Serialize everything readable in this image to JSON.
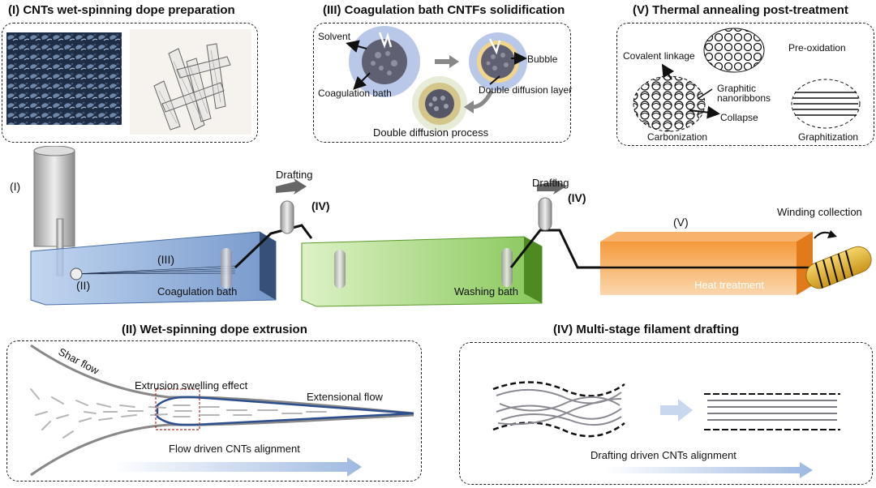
{
  "panels": {
    "p1": {
      "title": "(I) CNTs wet-spinning dope preparation"
    },
    "p3": {
      "title": "(III) Coagulation bath CNTFs solidification",
      "solvent": "Solvent",
      "coag_bath": "Coagulation bath",
      "bubble": "Bubble",
      "double_layer": "Double diffusion layer",
      "process": "Double diffusion process"
    },
    "p5": {
      "title": "(V) Thermal annealing post-treatment",
      "covalent": "Covalent linkage",
      "preox": "Pre-oxidation",
      "graphitic": "Graphitic",
      "nanoribbons": "nanoribbons",
      "collapse": "Collapse",
      "carbonization": "Carbonization",
      "graphitization": "Graphitization"
    },
    "p2": {
      "title": "(II) Wet-spinning dope extrusion",
      "shear": "Shar flow",
      "swelling": "Extrusion swelling effect",
      "extensional": "Extensional flow",
      "alignment": "Flow driven CNTs alignment"
    },
    "p4": {
      "title": "(IV) Multi-stage filament drafting",
      "alignment": "Drafting driven CNTs alignment"
    }
  },
  "process": {
    "label_i": "(I)",
    "label_ii": "(II)",
    "label_iii": "(III)",
    "label_iv_1": "(IV)",
    "label_iv_2": "(IV)",
    "label_v": "(V)",
    "drafting_1": "Drafting",
    "drafting_2": "Drafting",
    "winding": "Winding collection",
    "coag_bath": "Coagulation bath",
    "washing_bath": "Washing bath",
    "heat": "Heat treatment"
  },
  "colors": {
    "coag_bath": "#8fb3de",
    "washing_bath": "#9fd46a",
    "heat": "#f08a2a",
    "winding": "#d9b12a"
  }
}
